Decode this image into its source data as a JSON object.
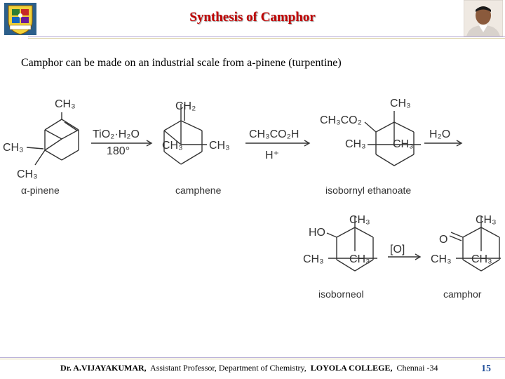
{
  "header": {
    "title": "Synthesis of Camphor"
  },
  "content": {
    "intro": "Camphor can be made on an industrial scale from a-pinene (turpentine)"
  },
  "scheme": {
    "compounds": {
      "pinene": "α-pinene",
      "camphene": "camphene",
      "isobornyl": "isobornyl ethanoate",
      "isoborneol": "isoborneol",
      "camphor": "camphor"
    },
    "reagents": {
      "step1_top": "TiO₂·H₂O",
      "step1_bottom": "180°",
      "step2_top": "CH₃CO₂H",
      "step2_bottom": "H⁺",
      "step3": "H₂O",
      "step4": "[O]"
    },
    "groups": {
      "ch3": "CH₃",
      "ch2": "CH₂",
      "ch3co2": "CH₃CO₂",
      "ho": "HO",
      "o": "O"
    }
  },
  "footer": {
    "author": "Dr. A.VIJAYAKUMAR,",
    "position": "Assistant Professor,  Department of Chemistry,",
    "college": "LOYOLA COLLEGE,",
    "city": "Chennai -34",
    "page": "15"
  },
  "colors": {
    "title": "#c00000",
    "page_number": "#1f4e9a"
  }
}
